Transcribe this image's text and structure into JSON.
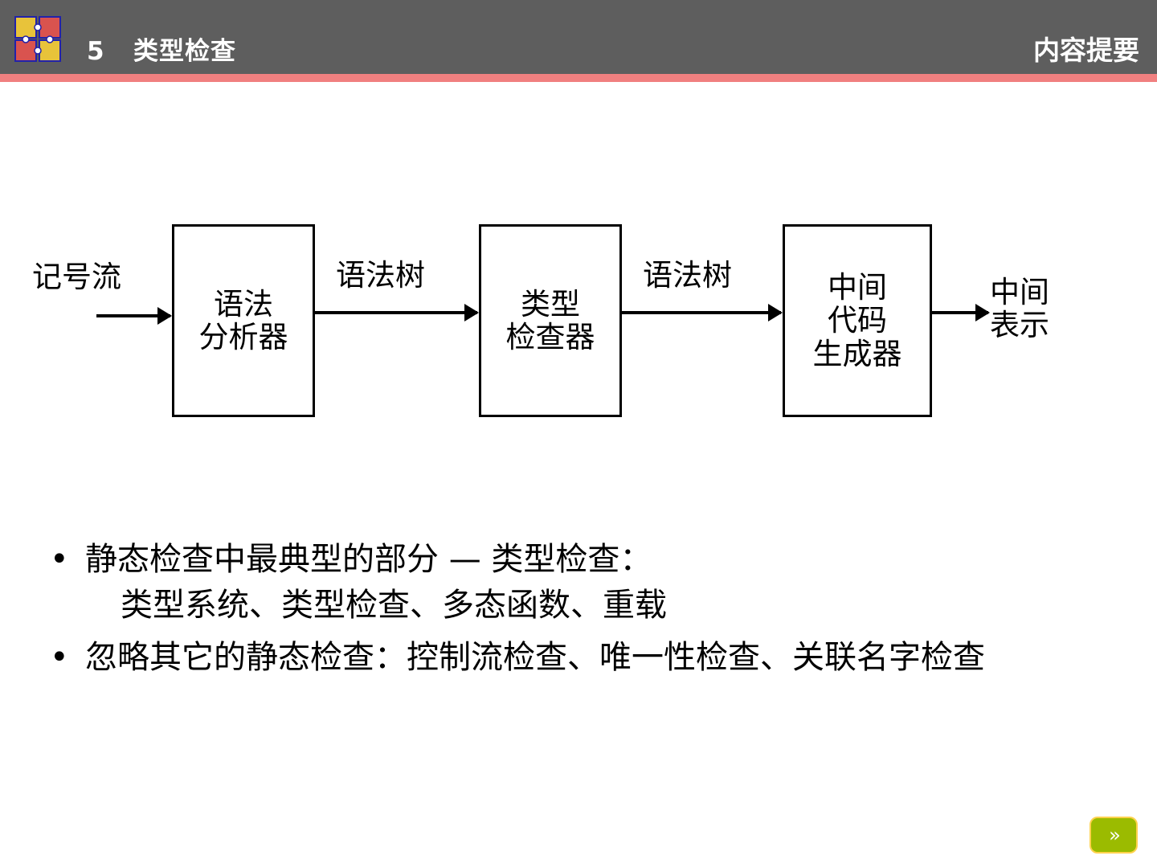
{
  "header": {
    "slide_number": "5",
    "title": "类型检查",
    "right_label": "内容提要",
    "bar_color": "#5e5e5e",
    "rule_color": "#f08080",
    "text_color": "#ffffff"
  },
  "diagram": {
    "type": "flow",
    "nodes": [
      {
        "id": "parser",
        "lines": [
          "语法",
          "分析器"
        ]
      },
      {
        "id": "checker",
        "lines": [
          "类型",
          "检查器"
        ]
      },
      {
        "id": "codegen",
        "lines": [
          "中间",
          "代码",
          "生成器"
        ]
      }
    ],
    "labels": {
      "input": "记号流",
      "edge1": "语法树",
      "edge2": "语法树",
      "output_lines": [
        "中间",
        "表示"
      ]
    },
    "arrows": [
      "input-to-parser",
      "parser-to-checker",
      "checker-to-codegen",
      "codegen-to-output"
    ]
  },
  "bullets": [
    {
      "dot": "•",
      "text": "静态检查中最典型的部分 — 类型检查：",
      "sub": "类型系统、类型检查、多态函数、重载"
    },
    {
      "dot": "•",
      "text": "忽略其它的静态检查：控制流检查、唯一性检查、关联名字检查",
      "sub": ""
    }
  ],
  "nav": {
    "next_glyph": "»",
    "fill_color": "#9bbb00",
    "border_color": "#ffd24d"
  }
}
